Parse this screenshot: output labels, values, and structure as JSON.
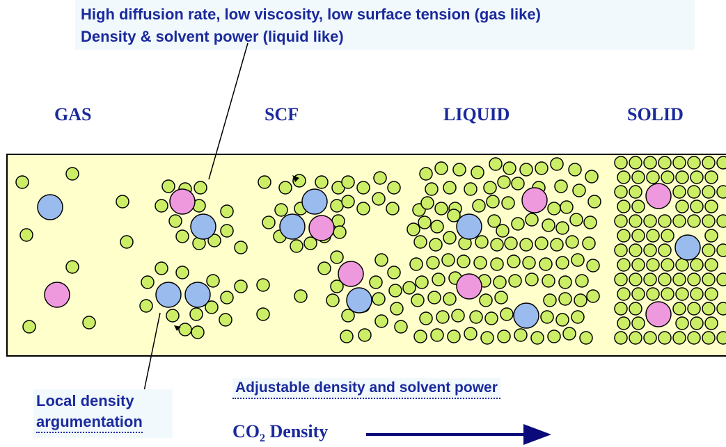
{
  "annotation_top": {
    "line1": "High diffusion rate, low viscosity, low surface tension (gas like)",
    "line2": "Density & solvent power (liquid like)"
  },
  "phases": {
    "gas": "GAS",
    "scf": "SCF",
    "liquid": "LIQUID",
    "solid": "SOLID"
  },
  "annotation_bottom_left": {
    "line1": "Local density",
    "line2": "argumentation"
  },
  "adjustable_label": "Adjustable density and solvent power",
  "density_axis": {
    "prefix": "CO",
    "subscript": "2",
    "suffix": " Density"
  },
  "colors": {
    "panel_fill": "#ffffcc",
    "small_molecule": "#ccee66",
    "blue_molecule": "#99bbee",
    "pink_molecule": "#ee99dd",
    "text": "#1a2a9c"
  }
}
